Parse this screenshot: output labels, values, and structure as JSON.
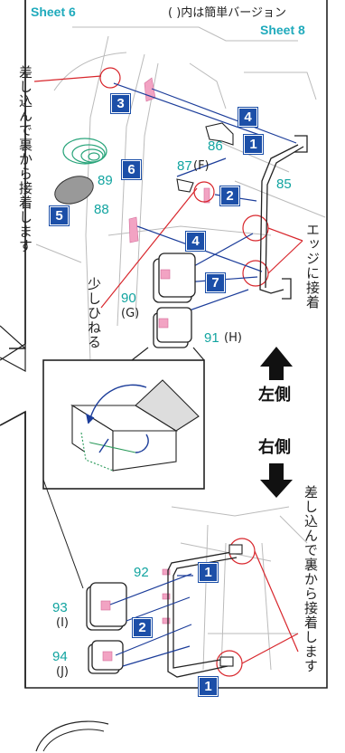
{
  "header": {
    "sheet_left": "Sheet 6",
    "note": "( )内は簡単バージョン",
    "sheet_right": "Sheet 8"
  },
  "upper_notes": {
    "insert_glue": "差し込んで裏から接着します",
    "edge_glue": "エッジに接着",
    "twist": "少しひねる"
  },
  "lower_notes": {
    "insert_glue": "差し込んで裏から接着します"
  },
  "sides": {
    "left": "左側",
    "right": "右側"
  },
  "parts": {
    "p85": "85",
    "p86": "86",
    "p87": "87",
    "p87_alt": "(F)",
    "p88": "88",
    "p89": "89",
    "p90": "90",
    "p90_alt": "(G)",
    "p91": "91",
    "p91_alt": "(H)",
    "p92": "92",
    "p93": "93",
    "p93_alt": "(I)",
    "p94": "94",
    "p94_alt": "(J)"
  },
  "steps": {
    "s1a": "1",
    "s2a": "2",
    "s3": "3",
    "s4a": "4",
    "s4b": "4",
    "s5": "5",
    "s6": "6",
    "s7": "7",
    "s1b": "1",
    "s2b": "2",
    "s1c": "1"
  },
  "colors": {
    "step_fill": "#1c4fa8",
    "part_number": "#12a4a0",
    "sheet_label": "#1faabc",
    "guide_line": "#d8262c",
    "glue_area": "#f2a3c3"
  },
  "icons": {
    "arrow_up": "thick-arrow-up-icon",
    "arrow_down": "thick-arrow-down-icon"
  }
}
